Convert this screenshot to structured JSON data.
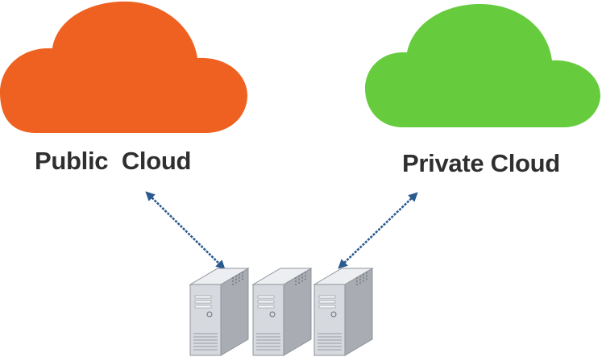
{
  "labels": {
    "public_cloud": "Public  Cloud",
    "private_cloud": "Private Cloud"
  },
  "colors": {
    "public_cloud": "#ee6120",
    "private_cloud": "#66cc3e",
    "arrow": "#2a5a8e",
    "label_text": "#2f2f2f",
    "server_front": "#d6d9de",
    "server_side": "#a9adb3",
    "server_top": "#eceef1"
  },
  "icons": {
    "public_cloud": "cloud-icon",
    "private_cloud": "cloud-icon",
    "servers": "server-tower-icon",
    "connections": "double-headed-arrow"
  },
  "servers": {
    "count": 3
  }
}
